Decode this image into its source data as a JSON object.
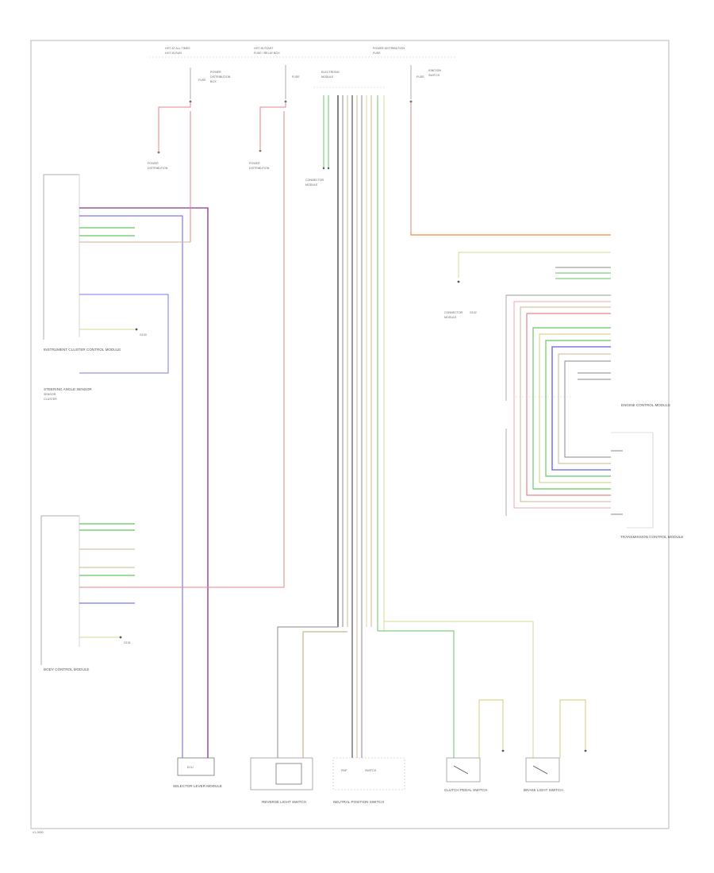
{
  "diagram": {
    "footer_code": "V1-0000",
    "top_labels": [
      "HOT AT ALL TIMES",
      "HOT IN RUN",
      "HOT IN START",
      "FUSE / RELAY BOX",
      "POWER DISTRIBUTION",
      "FUSE",
      "FUSE",
      "FUSE"
    ],
    "components": {
      "instrument_cluster": "INSTRUMENT CLUSTER CONTROL MODULE",
      "steering": "STEERING ANGLE SENSOR",
      "body_module": "BODY CONTROL MODULE",
      "engine_module": "ENGINE CONTROL MODULE",
      "trans_module": "TRANSMISSION CONTROL MODULE",
      "brake_switch": "BRAKE LIGHT SWITCH",
      "clutch_switch": "CLUTCH PEDAL SWITCH",
      "neutral_switch": "NEUTRAL POSITION SWITCH",
      "reverse_switch": "REVERSE LIGHT SWITCH",
      "selector": "SELECTOR LEVER MODULE",
      "ground1": "G100",
      "ground2": "G101",
      "ground3": "G102"
    },
    "wire_colors": {
      "red": "#e8868b",
      "pink": "#f0a8b0",
      "purple": "#9a5a9e",
      "blue": "#7a7af0",
      "green": "#7fd07f",
      "yellow": "#d8d890",
      "orange": "#f0a060",
      "gray": "#888888",
      "black": "#333333",
      "tan": "#c8b890",
      "lightblue": "#a8a8f8"
    }
  }
}
